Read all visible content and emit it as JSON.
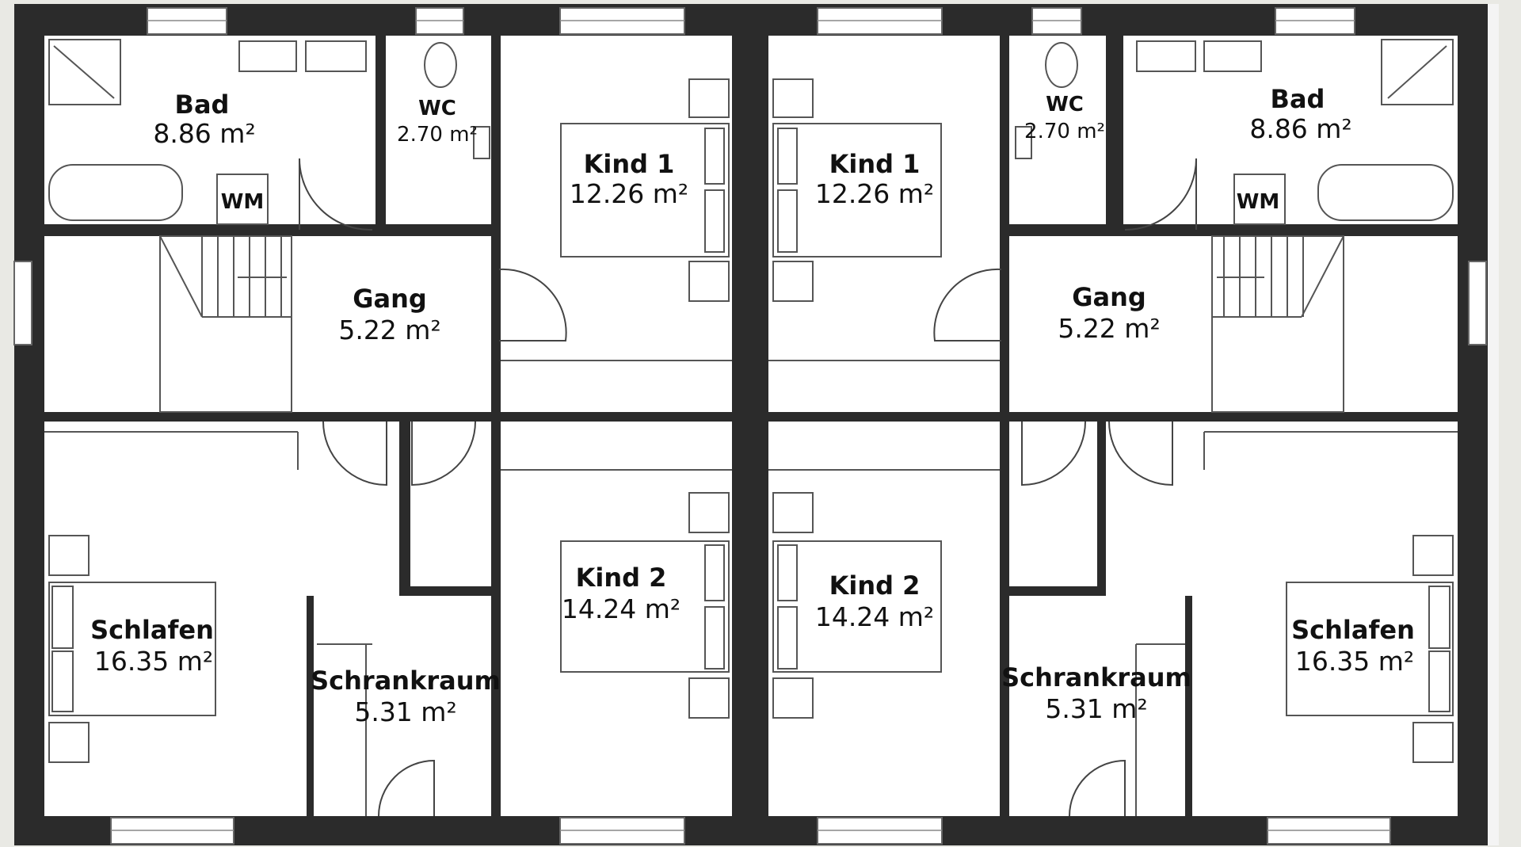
{
  "rooms": {
    "bad_left": {
      "name": "Bad",
      "area": "8.86 m²"
    },
    "wc_left": {
      "name": "WC",
      "area": "2.70 m²"
    },
    "kind1_left": {
      "name": "Kind 1",
      "area": "12.26 m²"
    },
    "gang_left": {
      "name": "Gang",
      "area": "5.22 m²"
    },
    "schlafen_left": {
      "name": "Schlafen",
      "area": "16.35 m²"
    },
    "schrank_left": {
      "name": "Schrankraum",
      "area": "5.31 m²"
    },
    "kind2_left": {
      "name": "Kind 2",
      "area": "14.24 m²"
    },
    "kind1_right": {
      "name": "Kind 1",
      "area": "12.26 m²"
    },
    "wc_right": {
      "name": "WC",
      "area": "2.70 m²"
    },
    "bad_right": {
      "name": "Bad",
      "area": "8.86 m²"
    },
    "gang_right": {
      "name": "Gang",
      "area": "5.22 m²"
    },
    "kind2_right": {
      "name": "Kind 2",
      "area": "14.24 m²"
    },
    "schrank_right": {
      "name": "Schrankraum",
      "area": "5.31 m²"
    },
    "schlafen_right": {
      "name": "Schlafen",
      "area": "16.35 m²"
    }
  },
  "fixtures": {
    "wm_left": "WM",
    "wm_right": "WM"
  },
  "colors": {
    "wall": "#2b2b2b",
    "floor": "#ffffff",
    "line": "#555555",
    "background": "#e9e9e4"
  }
}
